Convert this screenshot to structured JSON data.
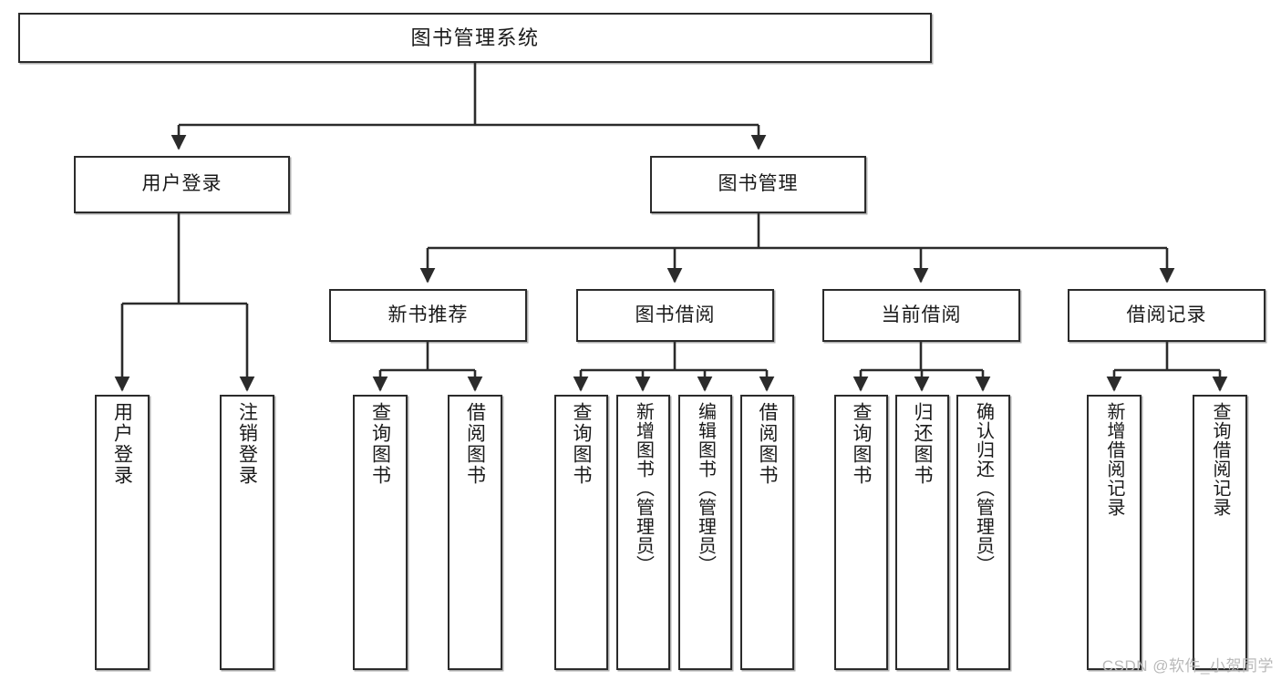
{
  "diagram": {
    "title": "图书管理系统",
    "type": "tree-hierarchy-functional-structure",
    "watermark": "CSDN @软件_小贺同学",
    "colors": {
      "border": "#2b2b2b",
      "background": "#ffffff",
      "text": "#1a1a1a",
      "watermark": "#b9b9b9"
    }
  },
  "nodes": {
    "root": {
      "label": "图书管理系统"
    },
    "level2": [
      {
        "id": "user-login",
        "label": "用户登录"
      },
      {
        "id": "book-manage",
        "label": "图书管理"
      }
    ],
    "level3": [
      {
        "id": "new-book-recommend",
        "label": "新书推荐"
      },
      {
        "id": "book-borrow",
        "label": "图书借阅"
      },
      {
        "id": "current-borrow",
        "label": "当前借阅"
      },
      {
        "id": "borrow-record",
        "label": "借阅记录"
      }
    ],
    "leaves": {
      "user_login": [
        {
          "id": "leaf-user-login",
          "label": "用户登录"
        },
        {
          "id": "leaf-logout-login",
          "label": "注销登录"
        }
      ],
      "new_book_recommend": [
        {
          "id": "leaf-query-book-1",
          "label": "查询图书"
        },
        {
          "id": "leaf-borrow-book-1",
          "label": "借阅图书"
        }
      ],
      "book_borrow": [
        {
          "id": "leaf-query-book-2",
          "label": "查询图书"
        },
        {
          "id": "leaf-add-book",
          "label": "新增图书（管理员）"
        },
        {
          "id": "leaf-edit-book",
          "label": "编辑图书（管理员）"
        },
        {
          "id": "leaf-borrow-book-2",
          "label": "借阅图书"
        }
      ],
      "current_borrow": [
        {
          "id": "leaf-query-book-3",
          "label": "查询图书"
        },
        {
          "id": "leaf-return-book",
          "label": "归还图书"
        },
        {
          "id": "leaf-confirm-return",
          "label": "确认归还（管理员）"
        }
      ],
      "borrow_record": [
        {
          "id": "leaf-add-record",
          "label": "新增借阅记录"
        },
        {
          "id": "leaf-query-record",
          "label": "查询借阅记录"
        }
      ]
    }
  }
}
